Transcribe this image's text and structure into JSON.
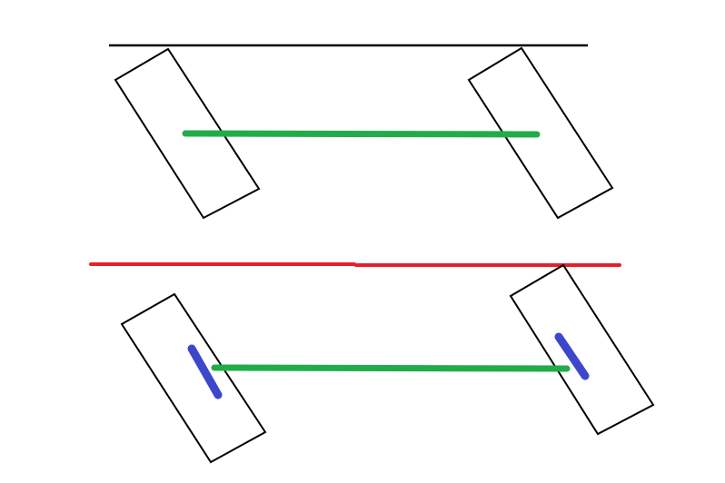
{
  "colors": {
    "background": "#ffffff",
    "outline": "#000000",
    "horizontal_bar": "#21ac4a",
    "lower_reference_line": "#e81f2a",
    "inner_marks": "#3c47cc"
  },
  "groups": [
    {
      "id": "upper-assembly",
      "reference_line": "black",
      "has_inner_marks": false
    },
    {
      "id": "lower-assembly",
      "reference_line": "red",
      "has_inner_marks": true
    }
  ]
}
